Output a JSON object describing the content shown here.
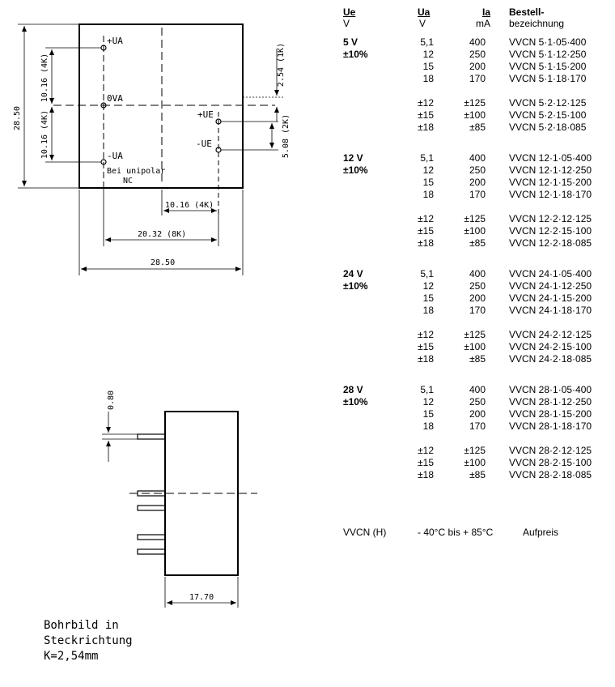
{
  "drawing_top": {
    "pin_labels": [
      "+UA",
      "0VA",
      "-UA",
      "+UE",
      "-UE"
    ],
    "note_unipolar": [
      "Bei unipolar",
      "NC"
    ],
    "dim_height": "28.50",
    "dim_width": "28.50",
    "dim_pin_upper": "10.16 (4K)",
    "dim_pin_lower": "10.16 (4K)",
    "dim_offset": "2.54 (1K)",
    "dim_input_spacing": "5.08 (2K)",
    "dim_h1": "10.16 (4K)",
    "dim_h2": "20.32 (8K)"
  },
  "drawing_side": {
    "dim_pin": "0.80",
    "dim_depth": "17.70"
  },
  "drill_note": [
    "Bohrbild in",
    "Steckrichtung",
    "K=2,54mm"
  ],
  "table": {
    "headers": {
      "ue": "Ue",
      "ue_unit": "V",
      "ua": "Ua",
      "ua_unit": "V",
      "ia": "Ia",
      "ia_unit": "mA",
      "code1": "Bestell-",
      "code2": "bezeichnung"
    },
    "groups": [
      {
        "ue": "5 V",
        "tol": "±10%",
        "rows": [
          {
            "ua": "5,1",
            "ia": "400",
            "code": "VVCN 5·1·05·400"
          },
          {
            "ua": "12",
            "ia": "250",
            "code": "VVCN 5·1·12·250"
          },
          {
            "ua": "15",
            "ia": "200",
            "code": "VVCN 5·1·15·200"
          },
          {
            "ua": "18",
            "ia": "170",
            "code": "VVCN 5·1·18·170"
          },
          {
            "ua": "±12",
            "ia": "±125",
            "code": "VVCN 5·2·12·125",
            "gap": true
          },
          {
            "ua": "±15",
            "ia": "±100",
            "code": "VVCN 5·2·15·100"
          },
          {
            "ua": "±18",
            "ia": "±85",
            "code": "VVCN 5·2·18·085"
          }
        ]
      },
      {
        "ue": "12 V",
        "tol": "±10%",
        "rows": [
          {
            "ua": "5,1",
            "ia": "400",
            "code": "VVCN 12·1·05·400"
          },
          {
            "ua": "12",
            "ia": "250",
            "code": "VVCN 12·1·12·250"
          },
          {
            "ua": "15",
            "ia": "200",
            "code": "VVCN 12·1·15·200"
          },
          {
            "ua": "18",
            "ia": "170",
            "code": "VVCN 12·1·18·170"
          },
          {
            "ua": "±12",
            "ia": "±125",
            "code": "VVCN 12·2·12·125",
            "gap": true
          },
          {
            "ua": "±15",
            "ia": "±100",
            "code": "VVCN 12·2·15·100"
          },
          {
            "ua": "±18",
            "ia": "±85",
            "code": "VVCN 12·2·18·085"
          }
        ]
      },
      {
        "ue": "24 V",
        "tol": "±10%",
        "rows": [
          {
            "ua": "5,1",
            "ia": "400",
            "code": "VVCN 24·1·05·400"
          },
          {
            "ua": "12",
            "ia": "250",
            "code": "VVCN 24·1·12·250"
          },
          {
            "ua": "15",
            "ia": "200",
            "code": "VVCN 24·1·15·200"
          },
          {
            "ua": "18",
            "ia": "170",
            "code": "VVCN 24·1·18·170"
          },
          {
            "ua": "±12",
            "ia": "±125",
            "code": "VVCN 24·2·12·125",
            "gap": true
          },
          {
            "ua": "±15",
            "ia": "±100",
            "code": "VVCN 24·2·15·100"
          },
          {
            "ua": "±18",
            "ia": "±85",
            "code": "VVCN 24·2·18·085"
          }
        ]
      },
      {
        "ue": "28 V",
        "tol": "±10%",
        "rows": [
          {
            "ua": "5,1",
            "ia": "400",
            "code": "VVCN 28·1·05·400"
          },
          {
            "ua": "12",
            "ia": "250",
            "code": "VVCN 28·1·12·250"
          },
          {
            "ua": "15",
            "ia": "200",
            "code": "VVCN 28·1·15·200"
          },
          {
            "ua": "18",
            "ia": "170",
            "code": "VVCN 28·1·18·170"
          },
          {
            "ua": "±12",
            "ia": "±125",
            "code": "VVCN 28·2·12·125",
            "gap": true
          },
          {
            "ua": "±15",
            "ia": "±100",
            "code": "VVCN 28·2·15·100"
          },
          {
            "ua": "±18",
            "ia": "±85",
            "code": "VVCN 28·2·18·085"
          }
        ]
      }
    ]
  },
  "footer": {
    "model": "VVCN (H)",
    "temp": "- 40°C bis + 85°C",
    "extra": "Aufpreis"
  }
}
